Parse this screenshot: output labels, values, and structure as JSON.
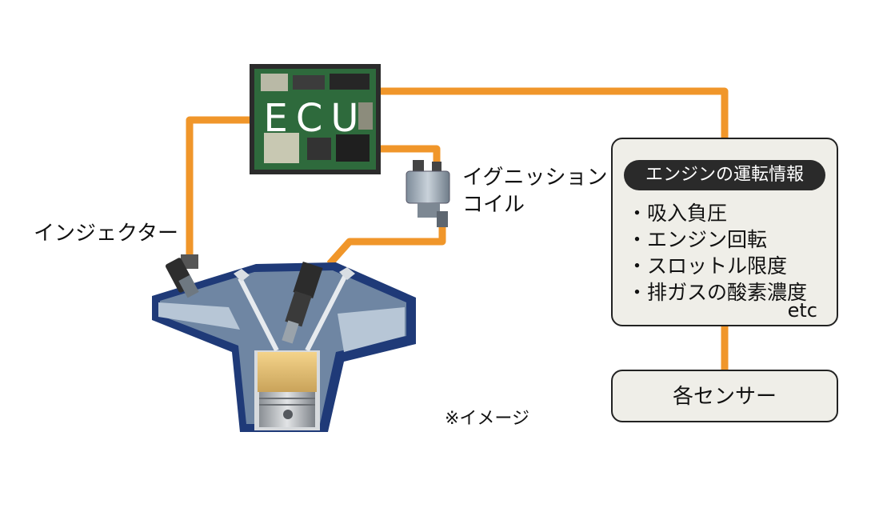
{
  "colors": {
    "wire": "#f0962a",
    "box_fill": "#efeee8",
    "pill": "#2a2a2a",
    "engine_blue": "#1f3a78",
    "circuit_green": "#2e6a3c"
  },
  "ecu": {
    "label": "ECU"
  },
  "labels": {
    "injector": "インジェクター",
    "ignition_line1": "イグニッション",
    "ignition_line2": "コイル",
    "image_note": "※イメージ"
  },
  "info_box": {
    "title": "エンジンの運転情報",
    "items": [
      "・吸入負圧",
      "・エンジン回転",
      "・スロットル限度",
      "・排ガスの酸素濃度"
    ],
    "etc": "etc"
  },
  "sensor_box": {
    "label": "各センサー"
  }
}
